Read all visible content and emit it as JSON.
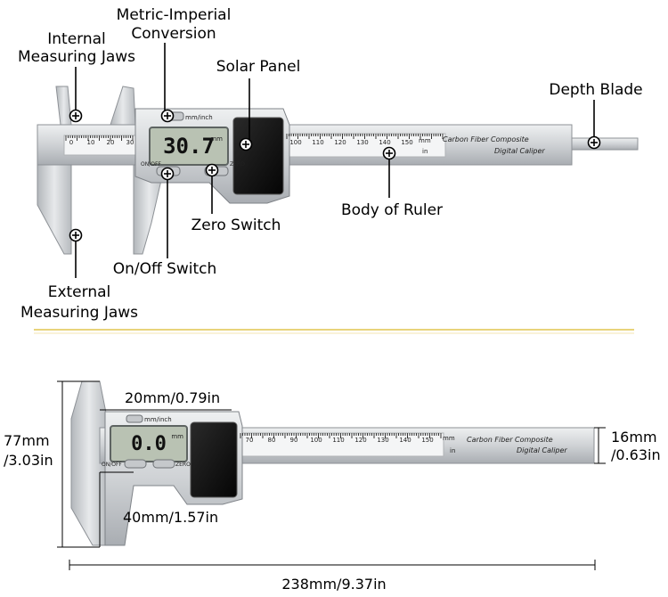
{
  "callouts": {
    "internal_jaws": [
      "Internal",
      "Measuring Jaws"
    ],
    "metric_imperial": [
      "Metric-Imperial",
      "Conversion"
    ],
    "solar_panel": "Solar Panel",
    "depth_blade": "Depth Blade",
    "body_of_ruler": "Body of Ruler",
    "zero_switch": "Zero Switch",
    "on_off_switch": "On/Off Switch",
    "external_jaws": [
      "External",
      "Measuring Jaws"
    ]
  },
  "device_top": {
    "display": "30.7",
    "display_unit": "mm",
    "mode_label": "mm/inch",
    "on_off": "ON/OFF",
    "zero": "ZERO",
    "scale_left": [
      "0",
      "10",
      "20",
      "30"
    ],
    "scale_right": [
      "100",
      "110",
      "120",
      "130",
      "140",
      "150"
    ],
    "scale_unit_mm": "mm",
    "scale_unit_in": "in",
    "brand": [
      "Carbon Fiber Composite",
      "Digital Caliper"
    ]
  },
  "device_bottom": {
    "display": "0.0",
    "display_unit": "mm",
    "mode_label": "mm/inch",
    "on_off": "ON/OFF",
    "zero": "ZERO",
    "scale": [
      "70",
      "80",
      "90",
      "100",
      "110",
      "120",
      "130",
      "140",
      "150"
    ],
    "scale_unit_mm": "mm",
    "scale_unit_in": "in",
    "brand": [
      "Carbon Fiber Composite",
      "Digital Caliper"
    ]
  },
  "dimensions": {
    "jaw_top": "20mm/0.79in",
    "jaw_bottom": "40mm/1.57in",
    "height": [
      "77mm",
      "/3.03in"
    ],
    "width": [
      "16mm",
      "/0.63in"
    ],
    "length": "238mm/9.37in"
  },
  "colors": {
    "divider": "#e8d37a",
    "body": "#d4d6d8",
    "edge": "#8d9196",
    "lcd": "#b9c2b3",
    "solar": "#151515"
  }
}
